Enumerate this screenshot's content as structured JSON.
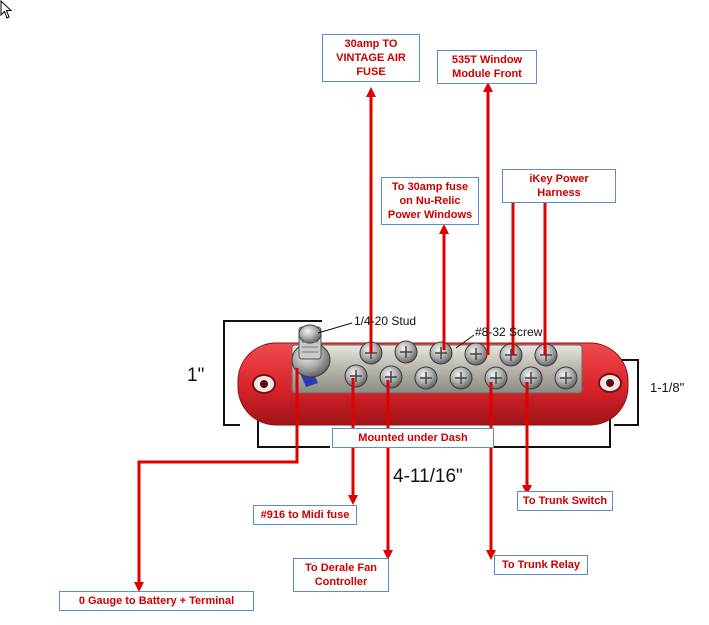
{
  "labels": {
    "fuse_30amp_vintage_air": [
      "30amp TO",
      "VINTAGE AIR",
      "FUSE"
    ],
    "window_module_535t": [
      "535T Window",
      "Module Front"
    ],
    "nu_relic_windows": [
      "To 30amp fuse",
      "on Nu-Relic",
      "Power Windows"
    ],
    "ikey_power_harness": [
      "iKey Power Harness"
    ],
    "mounted_under_dash": [
      "Mounted under Dash"
    ],
    "midi_fuse_916": [
      "#916 to Midi fuse"
    ],
    "trunk_switch": [
      "To Trunk Switch"
    ],
    "trunk_relay": [
      "To Trunk Relay"
    ],
    "derale_fan_controller": [
      "To Derale Fan",
      "Controller"
    ],
    "battery_terminal": [
      "0 Gauge to Battery + Terminal"
    ]
  },
  "callouts": {
    "stud": "1/4-20 Stud",
    "screw": "#8-32 Screw"
  },
  "dimensions": {
    "height_left": "1\"",
    "height_right": "1-1/8\"",
    "length": "4-11/16\""
  },
  "colors": {
    "wire": "#e00000",
    "label_border": "#5b8bd0",
    "label_text": "#cc0000",
    "bus_bar": "#d8232a"
  }
}
